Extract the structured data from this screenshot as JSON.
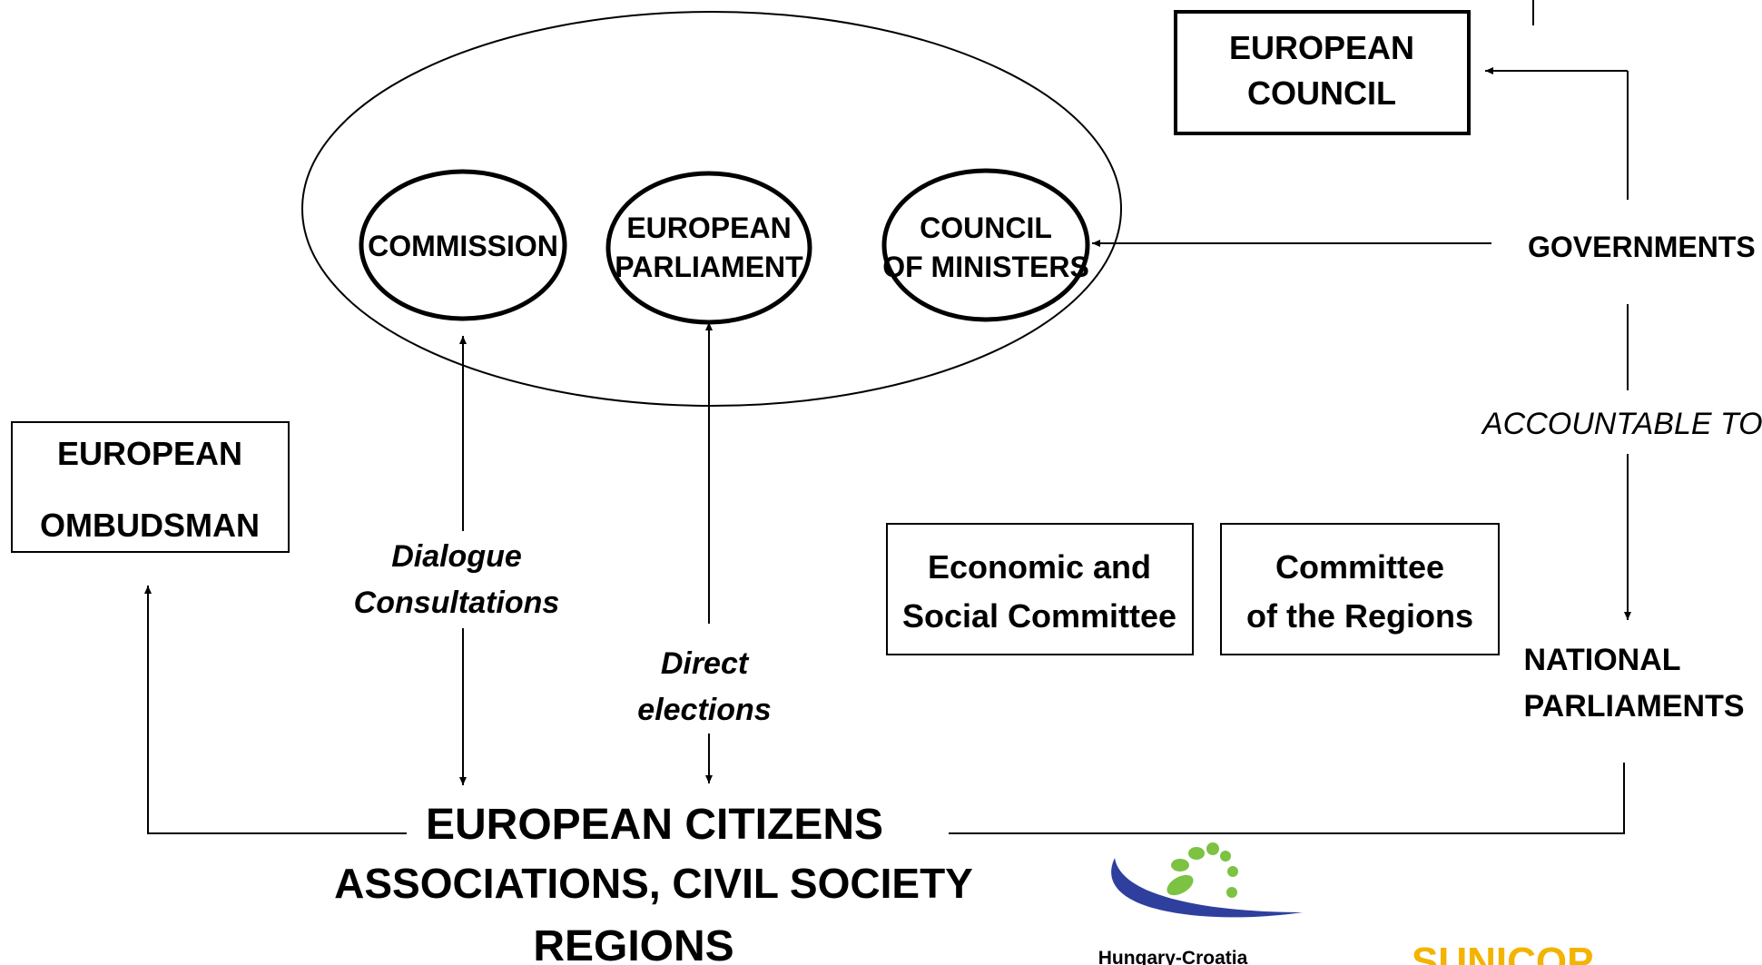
{
  "european_council": {
    "line1": "EUROPEAN",
    "line2": "COUNCIL"
  },
  "institutions": {
    "commission": {
      "line1": "COMMISSION"
    },
    "parliament": {
      "line1": "EUROPEAN",
      "line2": "PARLIAMENT"
    },
    "council_ministers": {
      "line1": "COUNCIL",
      "line2": "OF MINISTERS"
    }
  },
  "governments": "GOVERNMENTS",
  "accountable_to": "ACCOUNTABLE TO",
  "national_parliaments": {
    "line1": "NATIONAL",
    "line2": "PARLIAMENTS"
  },
  "ombudsman": {
    "line1": "EUROPEAN",
    "line2": "OMBUDSMAN"
  },
  "dialogue": {
    "line1": "Dialogue",
    "line2": "Consultations"
  },
  "direct_elections": {
    "line1": "Direct",
    "line2": "elections"
  },
  "esc": {
    "line1": "Economic and",
    "line2": "Social Committee"
  },
  "cor": {
    "line1": "Committee",
    "line2": "of the Regions"
  },
  "citizens": {
    "line1": "EUROPEAN CITIZENS",
    "line2": "ASSOCIATIONS, CIVIL SOCIETY",
    "line3": "REGIONS"
  },
  "logo": {
    "text": "Hungary-Croatia",
    "colors": {
      "swoosh": "#2f3f9e",
      "dots": "#7cc243"
    }
  },
  "sunicop": {
    "text": "SUNICOP",
    "color": "#f2b400"
  }
}
